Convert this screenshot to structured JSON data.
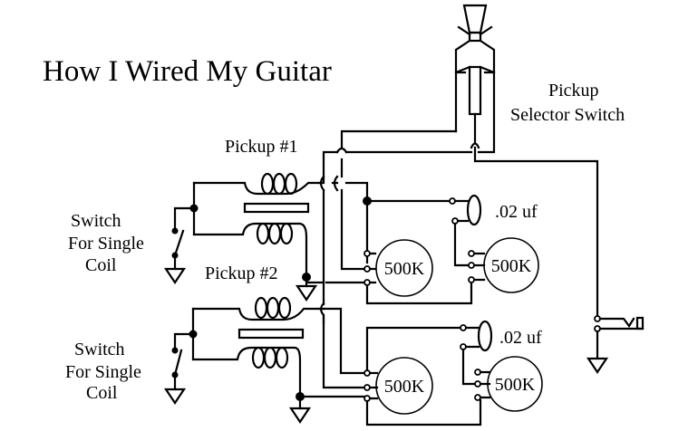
{
  "title": "How I Wired My Guitar",
  "labels": {
    "pickup1": "Pickup #1",
    "pickup2": "Pickup #2",
    "selector_line1": "Pickup",
    "selector_line2": "Selector Switch",
    "switch1_line1": "Switch",
    "switch1_line2": "For Single",
    "switch1_line3": "Coil",
    "switch2_line1": "Switch",
    "switch2_line2": "For Single",
    "switch2_line3": "Coil"
  },
  "components": {
    "pot_top_left": "500K",
    "pot_top_right": "500K",
    "pot_bottom_left": "500K",
    "pot_bottom_right": "500K",
    "cap_top": ".02 uf",
    "cap_bottom": ".02 uf"
  },
  "colors": {
    "line": "#000000",
    "background": "#ffffff"
  }
}
